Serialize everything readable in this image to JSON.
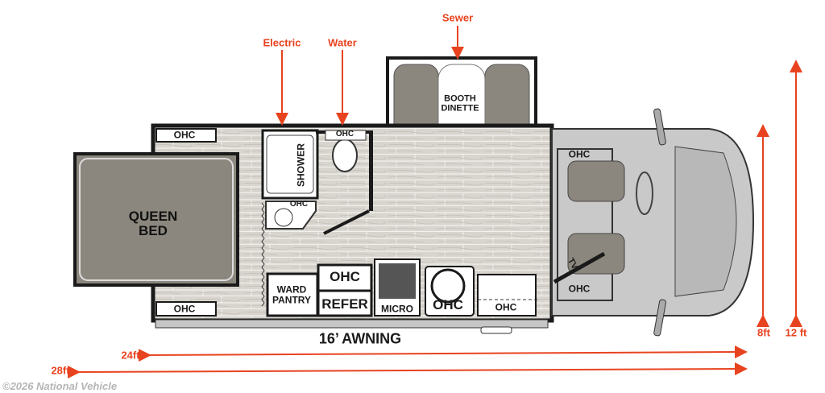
{
  "annotations": {
    "electric": "Electric",
    "water": "Water",
    "sewer": "Sewer"
  },
  "rooms": {
    "bed": "QUEEN BED",
    "shower": "SHOWER",
    "dinette": "BOOTH DINETTE",
    "ward_pantry": "WARD PANTRY",
    "refer": "REFER",
    "micro": "MICRO",
    "tv": "TV",
    "ohc": "OHC"
  },
  "awning": "16’ AWNING",
  "dimensions": {
    "width_body": "8ft",
    "width_slides": "12 ft",
    "length_body": "24ft",
    "length_total": "28ft"
  },
  "watermark": "©2026 National Vehicle",
  "colors": {
    "annotation": "#e8431f",
    "wall": "#1a1a1a",
    "floor": "#d6d2cc",
    "furniture": "#8c877e",
    "cab": "#c9c9c9"
  }
}
